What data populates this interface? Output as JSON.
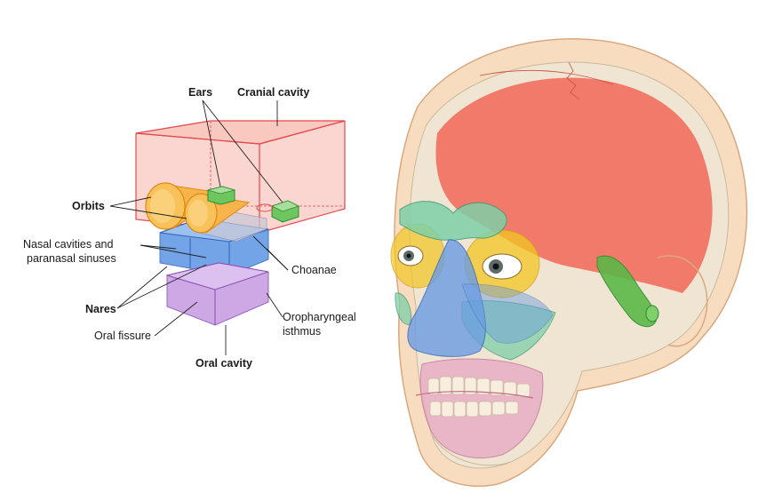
{
  "labels": {
    "ears": "Ears",
    "cranial_cavity": "Cranial cavity",
    "orbits": "Orbits",
    "nasal_line1": "Nasal cavities and",
    "nasal_line2": "paranasal sinuses",
    "choanae": "Choanae",
    "nares": "Nares",
    "oropharyngeal_line1": "Oropharyngeal",
    "oropharyngeal_line2": "isthmus",
    "oral_fissure": "Oral fissure",
    "oral_cavity": "Oral cavity"
  },
  "colors": {
    "cranial": "#f26b5b",
    "orbit": "#f5a623",
    "ear": "#4cb848",
    "nasal": "#4a86d9",
    "oral": "#b37fd1",
    "bone": "#ede3cf",
    "skin": "#f6d5b4"
  }
}
